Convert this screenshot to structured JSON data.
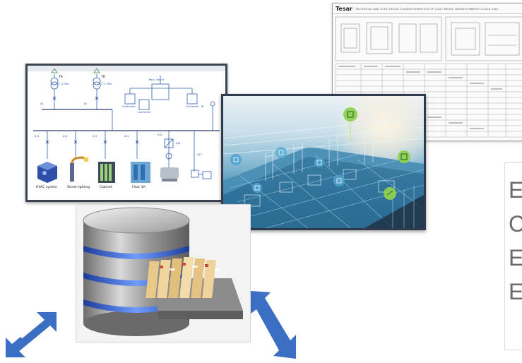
{
  "datasheet": {
    "logo": "Tesar",
    "title": "TECHNICAL AND ELECTRICAL CHARACTERISTICS OF CAST RESIN TRANSFORMERS CLASS 24kV"
  },
  "sld": {
    "labels": {
      "hv_a": "TR",
      "hv_b": "TR",
      "tr_a": "2.5 MVA",
      "tr_b": "2.5 MVA",
      "switch_a": "Q1",
      "switch_b": "Q2",
      "switchboard": "Main Board",
      "panel_a": "Subfeeder",
      "panel_b": "Subfeeder",
      "panel_c": "Subfeeder 1B",
      "feeder_a": "Q11",
      "feeder_b": "Q12",
      "feeder_c": "Q13",
      "feeder_d": "Q14",
      "feeder_e": "Q15",
      "feeder_f": "Q16",
      "feeder_g": "Q17"
    },
    "loads": [
      {
        "label": "HVAC system"
      },
      {
        "label": "Street lighting"
      },
      {
        "label": "Cabinet"
      },
      {
        "label": "Floor 1A"
      }
    ]
  },
  "textpanel": {
    "lines": [
      "E",
      "C",
      "E",
      "E"
    ]
  },
  "colors": {
    "arrow": "#3b6fc4",
    "frame": "#2f3b4a",
    "icon_green": "#8fd14f",
    "text_grey": "#6b6b6b"
  }
}
